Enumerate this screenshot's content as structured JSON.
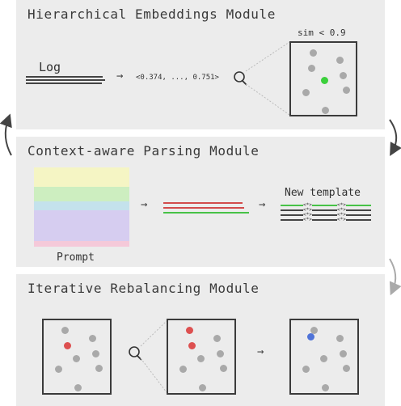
{
  "modules": [
    {
      "title": "Hierarchical Embeddings Module",
      "log_label": "Log",
      "vector_text": "<0.374, ..., 0.751>",
      "sim_label": "sim < 0.9"
    },
    {
      "title": "Context-aware Parsing Module",
      "prompt_label": "Prompt",
      "template_label": "New template",
      "placeholder_token": "<*>"
    },
    {
      "title": "Iterative Rebalancing Module"
    }
  ],
  "colors": {
    "panel_bg": "#ececec",
    "dot_gray": "#a9a9a9",
    "dot_green": "#3cd03c",
    "dot_red": "#dd5050",
    "dot_blue": "#4f73d8",
    "line_red": "#d24b4b",
    "line_green": "#47c247",
    "prompt_bands": [
      "#f5f5c4",
      "#cdeec0",
      "#c4e2ec",
      "#d6cdf0",
      "#f5c9d9"
    ]
  },
  "icons": [
    "magnifier-icon",
    "arrow-right-icon",
    "cycle-arrow-icon"
  ]
}
